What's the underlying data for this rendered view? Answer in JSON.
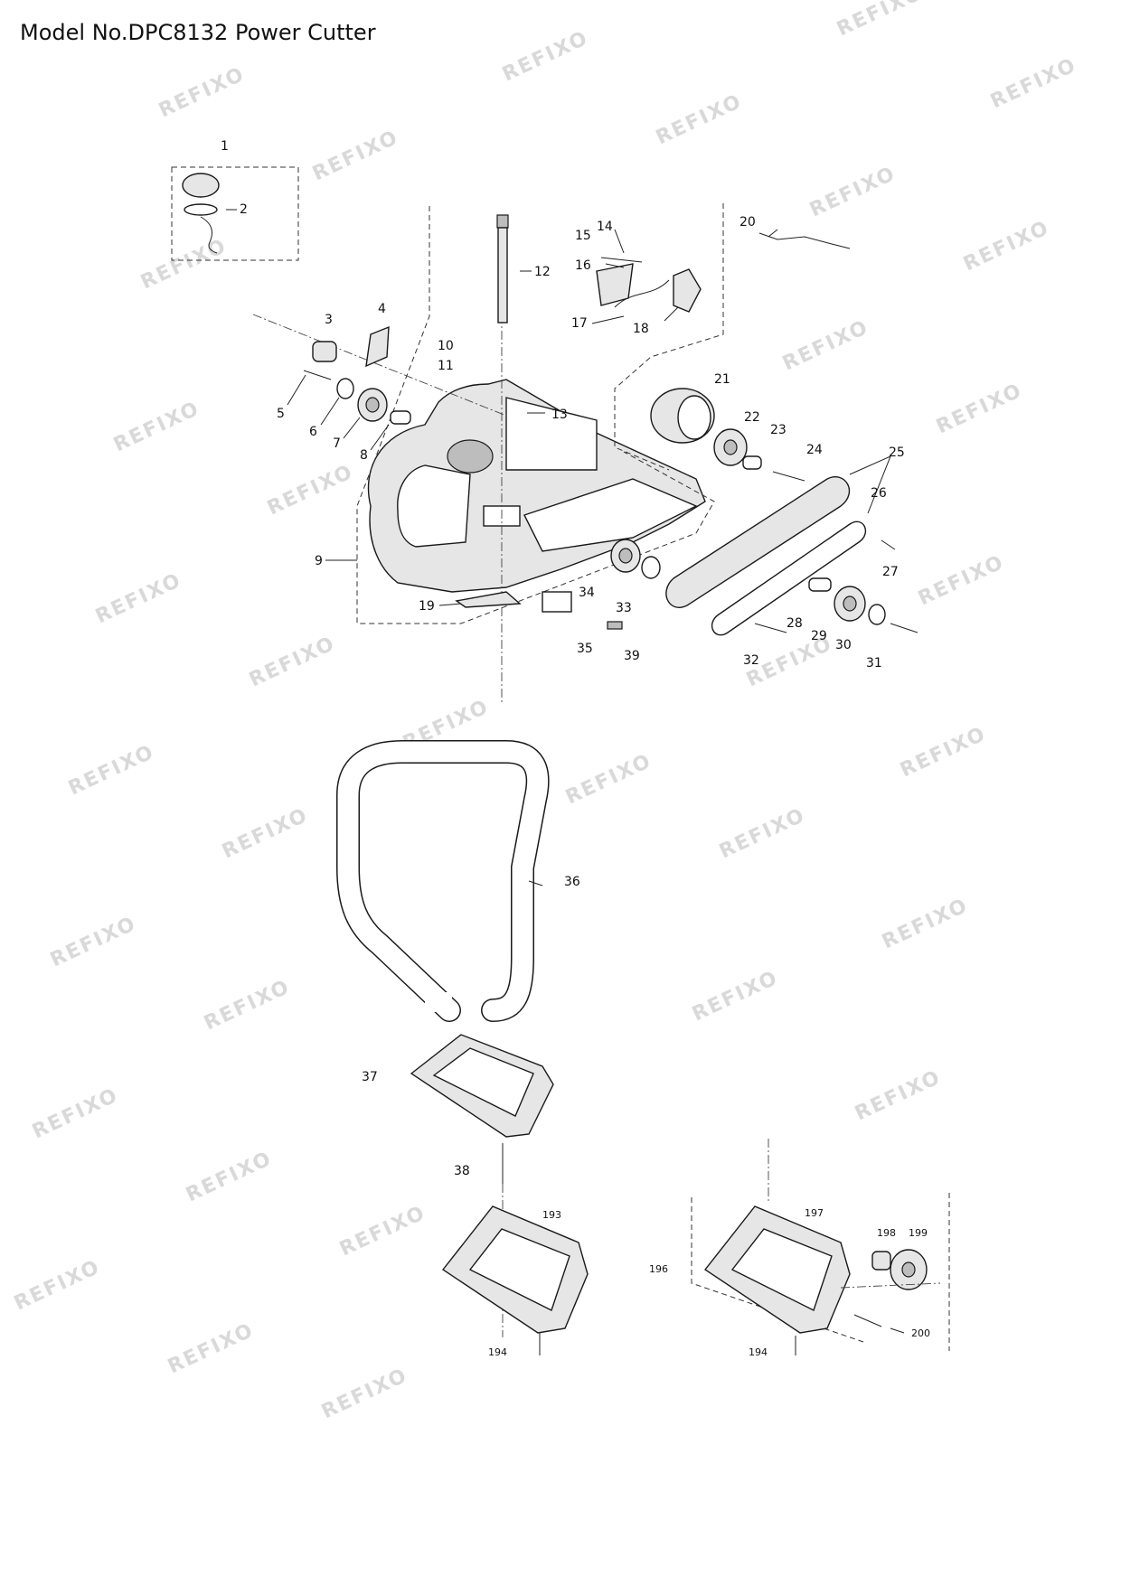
{
  "page": {
    "title": "Model No.DPC8132 Power Cutter",
    "watermark": "REFIXO"
  },
  "callouts": {
    "c1": "1",
    "c2": "2",
    "c3": "3",
    "c4": "4",
    "c5": "5",
    "c6": "6",
    "c7": "7",
    "c8": "8",
    "c9": "9",
    "c10": "10",
    "c11": "11",
    "c12": "12",
    "c13": "13",
    "c14": "14",
    "c15": "15",
    "c16": "16",
    "c17": "17",
    "c18": "18",
    "c19": "19",
    "c20": "20",
    "c21": "21",
    "c22": "22",
    "c23": "23",
    "c24": "24",
    "c25": "25",
    "c26": "26",
    "c27": "27",
    "c28": "28",
    "c29": "29",
    "c30": "30",
    "c31": "31",
    "c32": "32",
    "c33": "33",
    "c34": "34",
    "c35": "35",
    "c36": "36",
    "c37": "37",
    "c38": "38",
    "c39": "39",
    "c193": "193",
    "c194a": "194",
    "c194b": "194",
    "c196": "196",
    "c197": "197",
    "c198": "198",
    "c199": "199",
    "c200": "200"
  }
}
